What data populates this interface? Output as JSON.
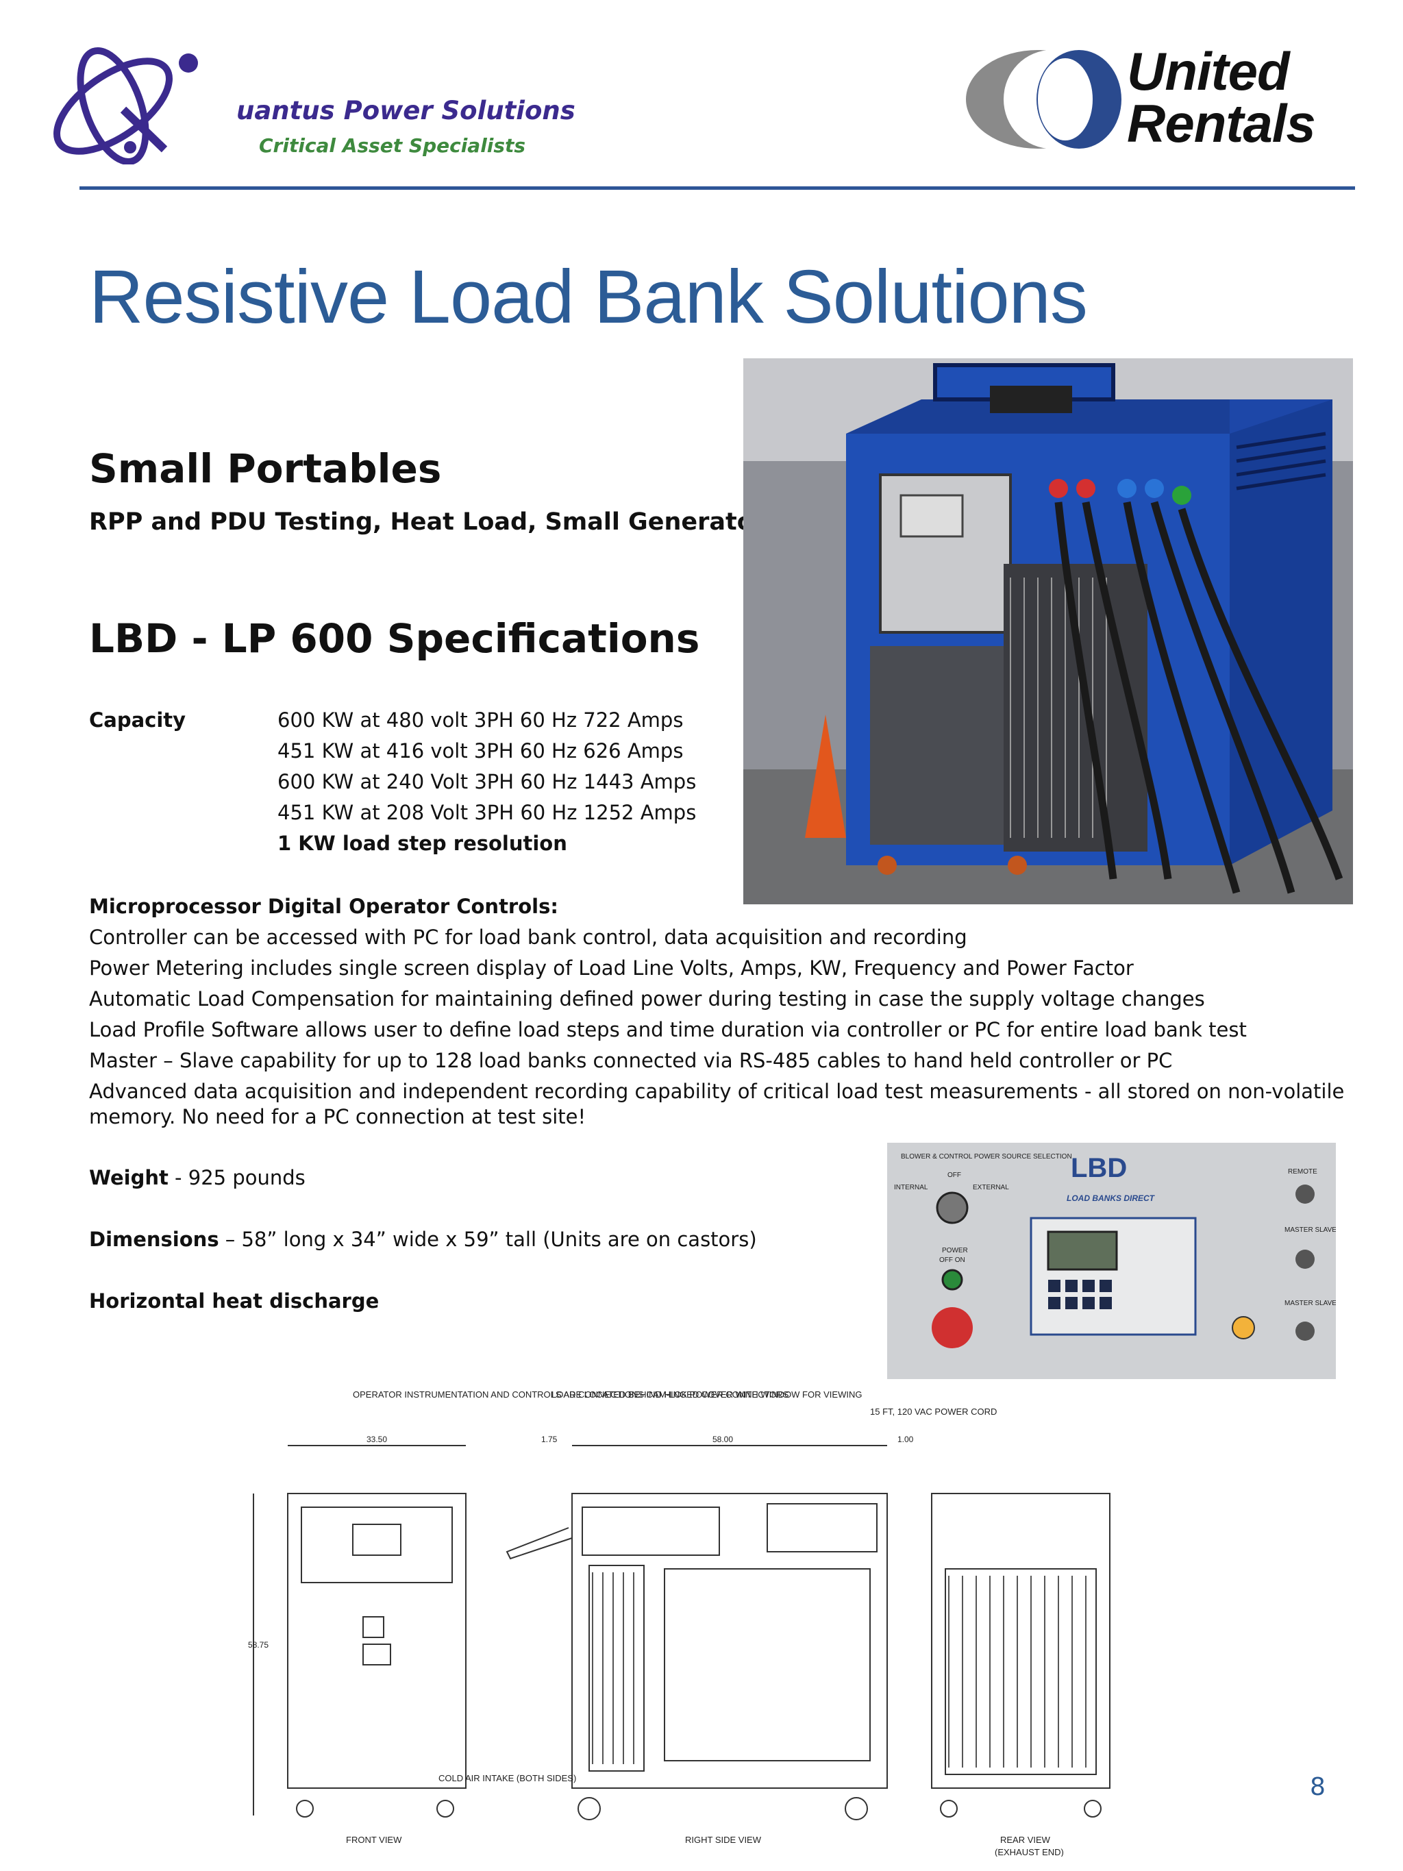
{
  "header": {
    "qps_name": "uantus Power Solutions",
    "qps_tagline": "Critical Asset Specialists",
    "ur_line1": "United",
    "ur_line2": "Rentals",
    "colors": {
      "rule": "#2e5597",
      "title": "#2c5c96",
      "qps_purple": "#3b2a8e",
      "qps_green": "#3e8a3e"
    }
  },
  "title": "Resistive Load Bank Solutions",
  "section": {
    "heading": "Small Portables",
    "subheading": "RPP and PDU Testing, Heat Load, Small Generators"
  },
  "specs": {
    "heading": "LBD  - LP 600 Specifications",
    "capacity_label": "Capacity",
    "capacity_lines": [
      "600 KW at 480 volt 3PH 60 Hz 722 Amps",
      "451 KW at 416 volt 3PH 60 Hz 626 Amps",
      "600 KW at 240 Volt 3PH 60 Hz 1443 Amps",
      "451 KW at 208 Volt 3PH 60 Hz 1252 Amps"
    ],
    "capacity_note": "1 KW load step resolution",
    "controls_heading": "Microprocessor Digital Operator Controls:",
    "controls_lines": [
      "Controller can be accessed with PC for load bank control, data acquisition and recording",
      "Power Metering includes single screen display of Load Line Volts, Amps, KW, Frequency and Power Factor",
      "Automatic Load Compensation for maintaining defined power during testing in case the supply voltage changes",
      "Load Profile Software allows user to define load steps and time duration via controller or PC for entire load bank test",
      "Master – Slave capability for up to 128 load banks connected via RS-485 cables to hand held controller or PC",
      "Advanced data acquisition and independent recording capability of critical load test measurements - all stored on non-volatile",
      "memory. No need for a PC connection at test site!"
    ],
    "weight_label": "Weight",
    "weight_value": " - 925 pounds",
    "dimensions_label": "Dimensions",
    "dimensions_value": " – 58” long x 34” wide x 59” tall (Units are on castors)",
    "discharge": "Horizontal heat discharge"
  },
  "panel_photo": {
    "blower_label": "BLOWER & CONTROL POWER SOURCE SELECTION",
    "off": "OFF",
    "internal": "INTERNAL",
    "external": "EXTERNAL",
    "power": "POWER",
    "power_off_on": "OFF   ON",
    "brand": "LOAD BANKS DIRECT",
    "remote": "REMOTE",
    "master_slave": "MASTER SLAVE"
  },
  "drawing": {
    "note_operator": "OPERATOR INSTRUMENTATION AND CONTROLS ARE LOCATED BEHIND HINGED COVER WITH WINDOW FOR VIEWING",
    "note_load": "LOAD CONNECTIONS CAM-LOK POWER CONNECTORS",
    "note_cord": "15 FT, 120 VAC POWER CORD",
    "note_air": "COLD AIR INTAKE (BOTH SIDES)",
    "dim_width": "33.50",
    "dim_length": "58.00",
    "dim_left": "1.75",
    "dim_right": "1.00",
    "dim_height": "58.75",
    "front_view": "FRONT VIEW",
    "right_view": "RIGHT SIDE VIEW",
    "rear_view": "REAR VIEW",
    "rear_sub": "(EXHAUST END)"
  },
  "page_number": "8"
}
